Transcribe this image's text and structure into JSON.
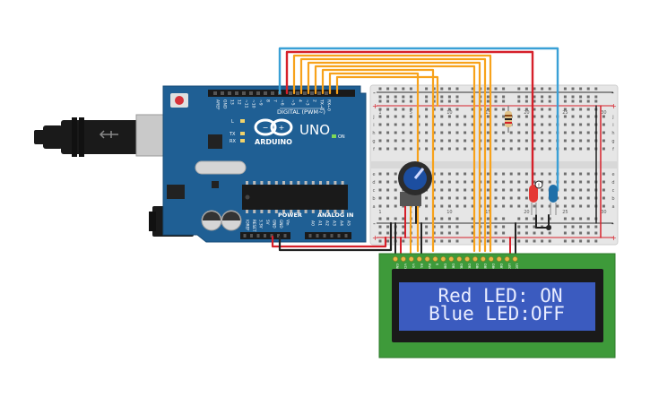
{
  "colors": {
    "board": "#1f5f94",
    "breadboard": "#e6e6e6",
    "lcd_pcb": "#3e9a3a",
    "lcd_screen": "#3b5bbf",
    "wire_orange": "#f7a21b",
    "wire_red": "#d6202a",
    "wire_blue": "#3aa0d6",
    "wire_black": "#222222"
  },
  "arduino": {
    "brand": "ARDUINO",
    "model": "UNO",
    "digital_label": "DIGITAL (PWM~)",
    "power_label": "POWER",
    "analog_label": "ANALOG IN",
    "on_label": "ON",
    "tx_label": "TX",
    "rx_label": "RX",
    "l_label": "L",
    "digital_pins": [
      "AREF",
      "GND",
      "13",
      "12",
      "~11",
      "~10",
      "~9",
      "8",
      "7",
      "~6",
      "~5",
      "4",
      "~3",
      "2",
      "TX→1",
      "RX←0"
    ],
    "power_pins": [
      "IOREF",
      "RESET",
      "3.3V",
      "5V",
      "GND",
      "GND",
      "Vin"
    ],
    "analog_pins": [
      "A0",
      "A1",
      "A2",
      "A3",
      "A4",
      "A5"
    ]
  },
  "lcd": {
    "line1": "Red LED: ON",
    "line2": "Blue LED:OFF",
    "pins": [
      "GND",
      "VCC",
      "V0",
      "RS",
      "RW",
      "E",
      "DB0",
      "DB1",
      "DB2",
      "DB3",
      "DB4",
      "DB5",
      "DB6",
      "DB7",
      "LED",
      "LED"
    ]
  },
  "breadboard": {
    "row_letters_top": [
      "j",
      "i",
      "h",
      "g",
      "f"
    ],
    "row_letters_bottom": [
      "e",
      "d",
      "c",
      "b",
      "a"
    ],
    "columns": [
      "1",
      "5",
      "10",
      "15",
      "20",
      "25",
      "30"
    ]
  },
  "icons": {
    "usb": "usb-cable-icon",
    "power_jack": "dc-jack-icon",
    "pot": "potentiometer-icon",
    "led_red": "red-led-icon",
    "led_blue": "blue-led-icon",
    "resistor": "resistor-icon"
  }
}
